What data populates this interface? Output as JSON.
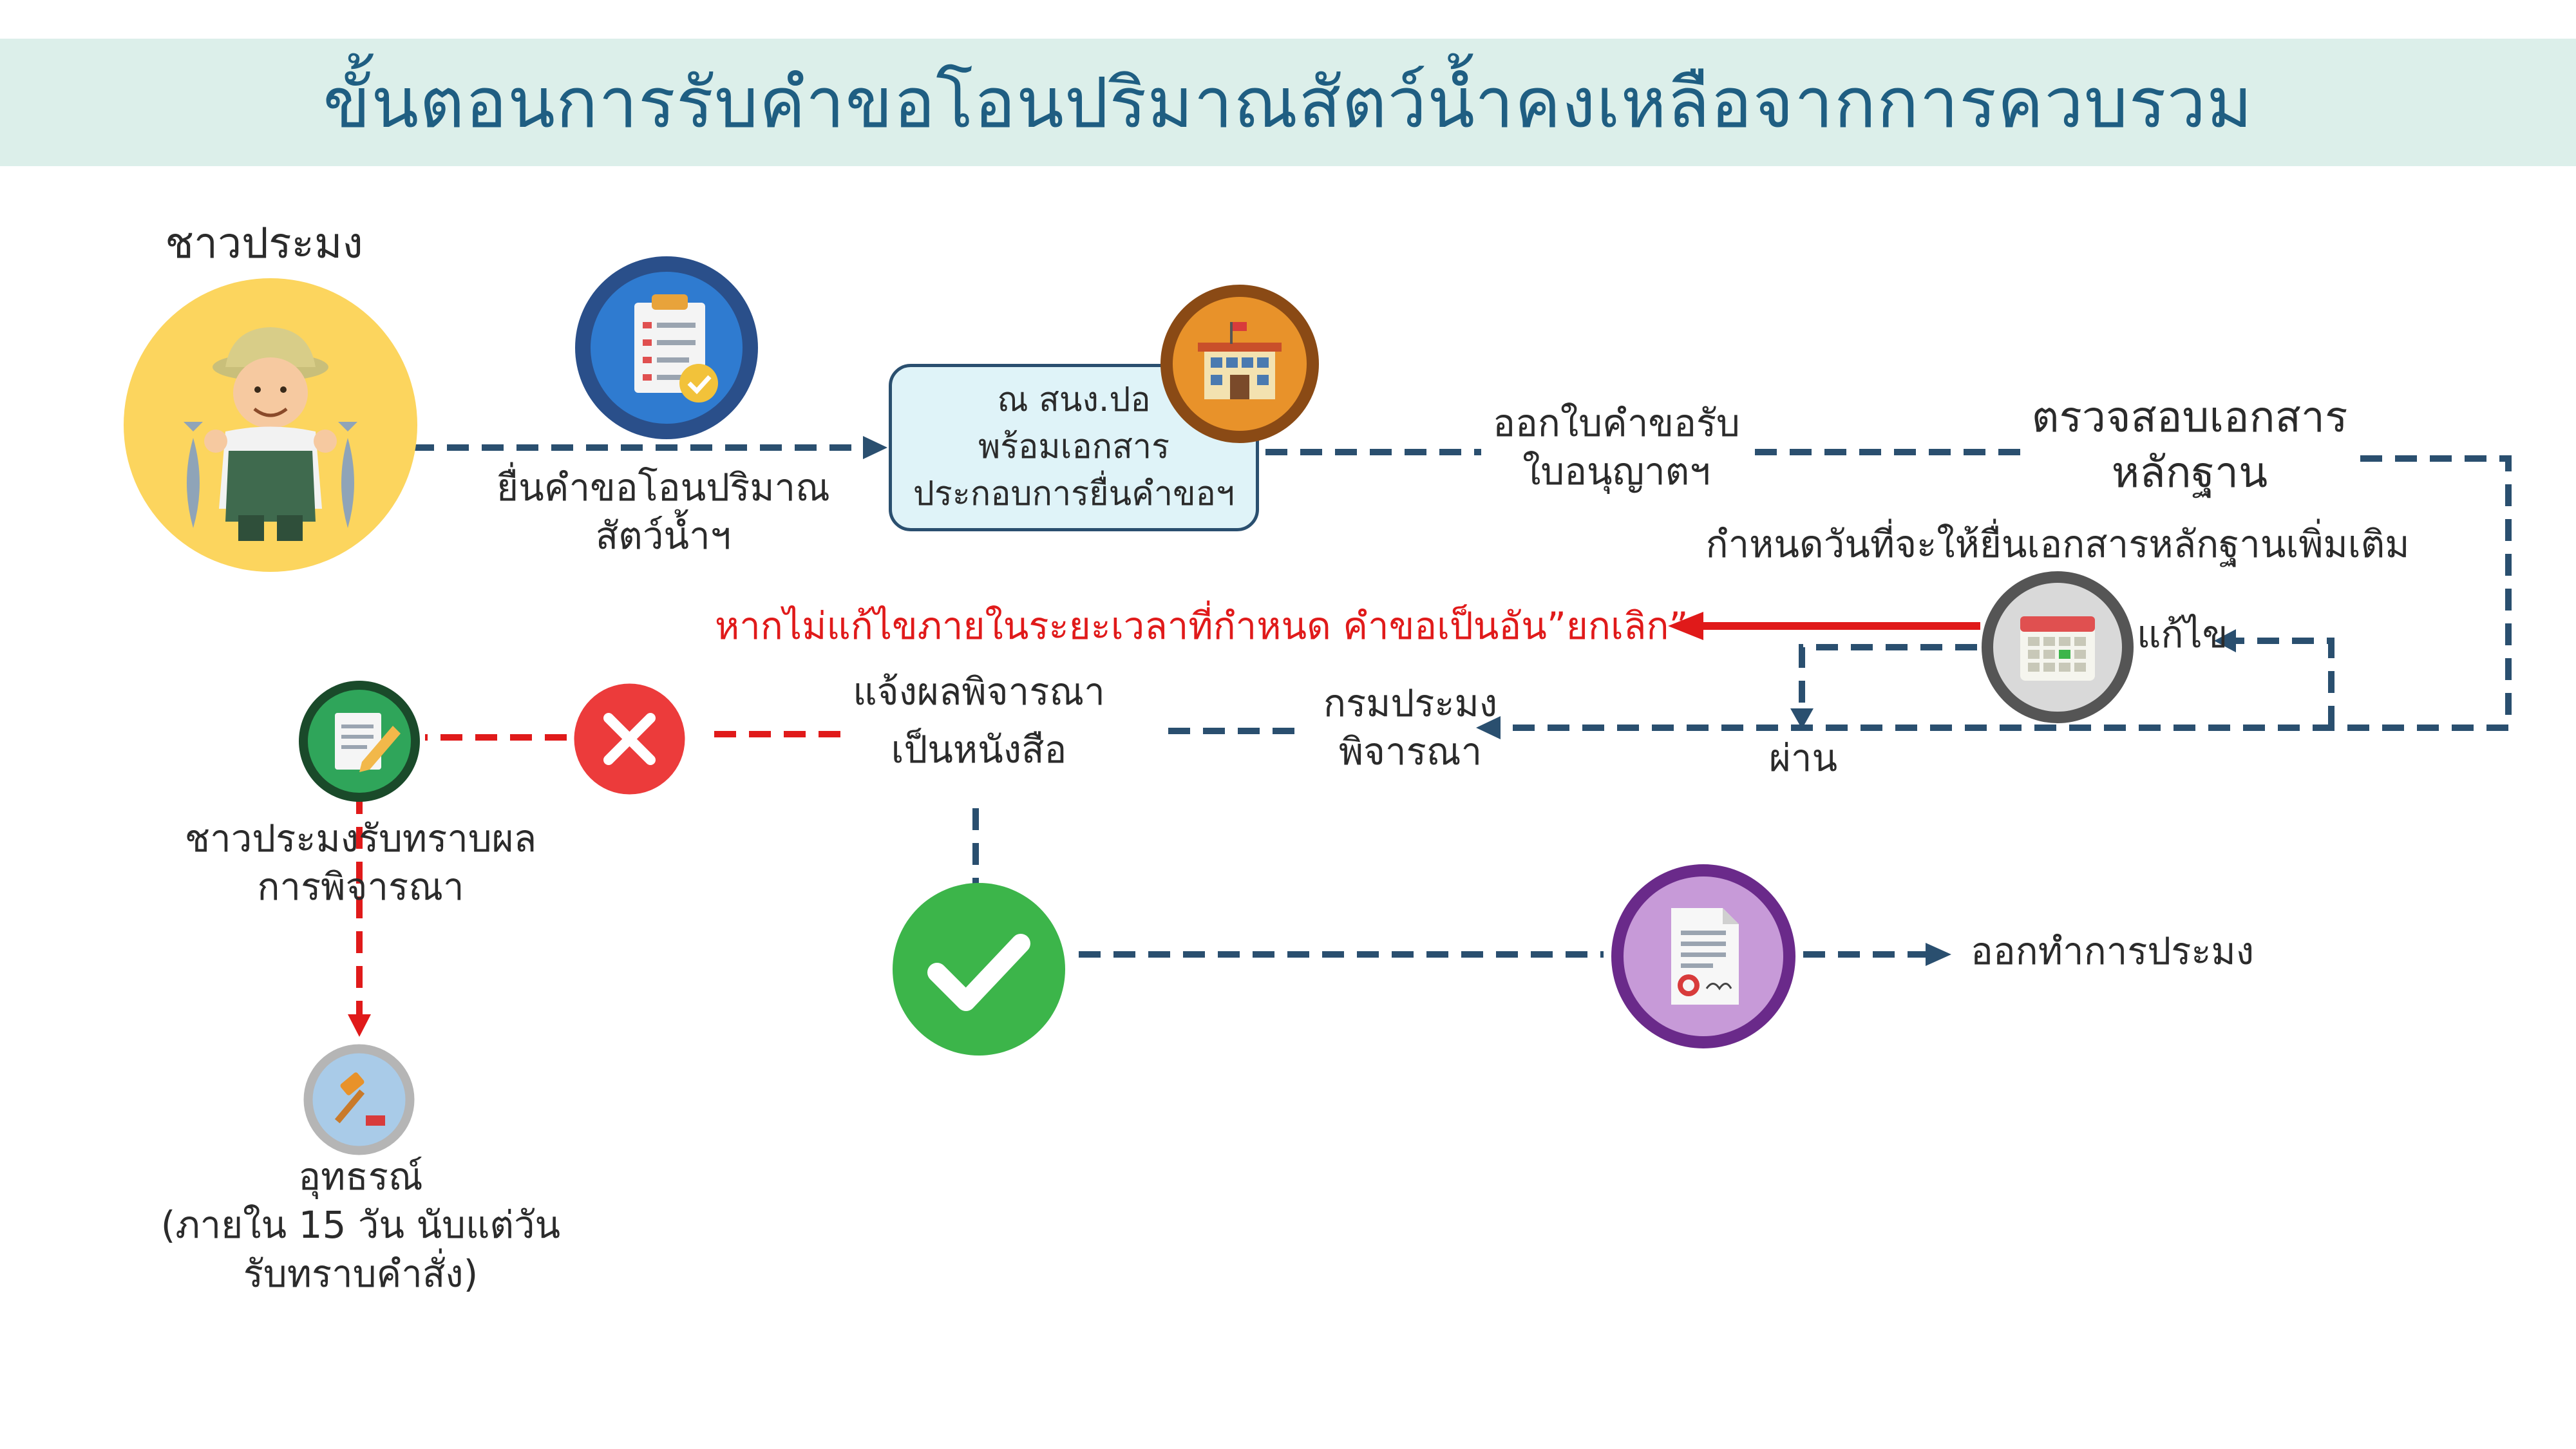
{
  "title": "ขั้นตอนการรับคำขอโอนปริมาณสัตว์น้ำคงเหลือจากการควบรวม",
  "nodes": {
    "fisherman": "ชาวประมง",
    "submit": "ยื่นคำขอโอนปริมาณ\nสัตว์น้ำฯ",
    "office": "ณ สนง.ปอ\nพร้อมเอกสาร\nประกอบการยื่นคำขอฯ",
    "issue_receipt": "ออกใบคำขอรับ\nใบอนุญาตฯ",
    "verify_docs": "ตรวจสอบเอกสาร\nหลักฐาน",
    "set_date": "กำหนดวันที่จะให้ยื่นเอกสารหลักฐานเพิ่มเติม",
    "fix": "แก้ไข",
    "cancel_warning": "หากไม่แก้ไขภายในระยะเวลาที่กำหนด คำขอเป็นอัน”ยกเลิก”",
    "pass": "ผ่าน",
    "dept_consider": "กรมประมง\nพิจารณา",
    "notify": "แจ้งผลพิจารณา\nเป็นหนังสือ",
    "acknowledge": "ชาวประมงรับทราบผล\nการพิจารณา",
    "appeal": "อุทธรณ์\n(ภายใน 15 วัน นับแต่วัน\nรับทราบคำสั่ง)",
    "go_fishing": "ออกทำการประมง"
  },
  "colors": {
    "title_band": "#dcefea",
    "title_text": "#1f5e82",
    "flow_dash": "#2a4f6f",
    "reject_dash": "#e01a1a",
    "approve": "#3cb54a",
    "reject": "#ec3b3b"
  },
  "icons": [
    "fisherman-icon",
    "checklist-icon",
    "building-icon",
    "calendar-icon",
    "reject-x-icon",
    "approve-check-icon",
    "certificate-icon",
    "note-pencil-icon",
    "gavel-icon"
  ]
}
